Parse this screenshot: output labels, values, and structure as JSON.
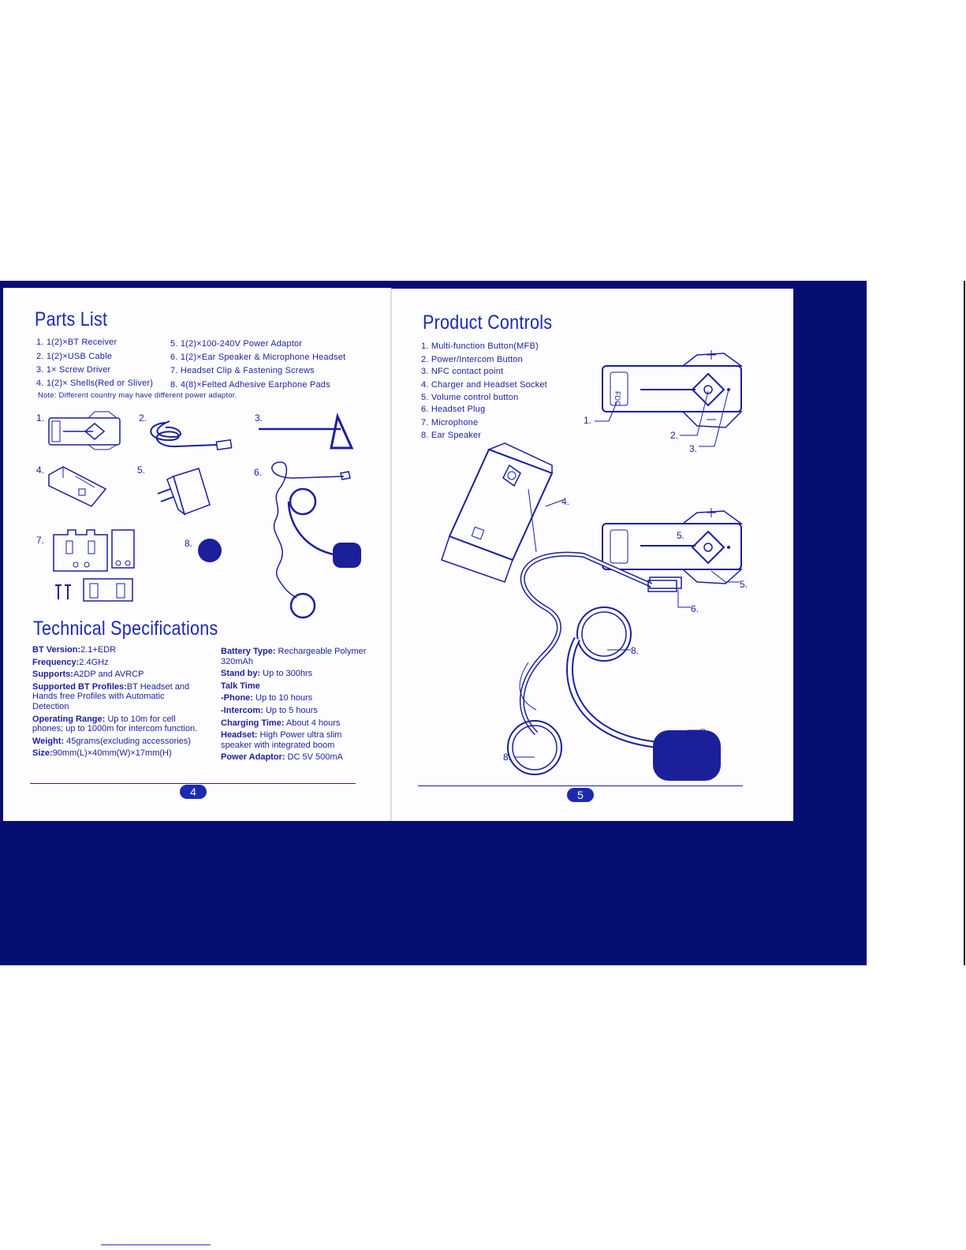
{
  "left_page": {
    "parts_title": "Parts List",
    "parts_col1": [
      "1. 1(2)×BT Receiver",
      "2. 1(2)×USB Cable",
      "3. 1× Screw Driver",
      "4. 1(2)× Shells(Red or Sliver)"
    ],
    "parts_col2": [
      "5. 1(2)×100-240V Power Adaptor",
      "6. 1(2)×Ear Speaker & Microphone Headset",
      "7. Headset Clip & Fastening Screws",
      "8. 4(8)×Felted Adhesive Earphone Pads"
    ],
    "note": "Note: Different country may have different power adaptor.",
    "illustration_numbers": [
      "1.",
      "2.",
      "3.",
      "4.",
      "5.",
      "6.",
      "7.",
      "8."
    ],
    "tech_title": "Technical Specifications",
    "specs_left": [
      {
        "label": "BT Version:",
        "value": "2.1+EDR"
      },
      {
        "label": "Frequency:",
        "value": "2.4GHz"
      },
      {
        "label": "Supports:",
        "value": "A2DP and AVRCP"
      },
      {
        "label": "Supported BT Profiles:",
        "value": "BT Headset and Hands free Profiles with Automatic Detection"
      },
      {
        "label": "Operating Range:",
        "value": " Up to 10m for cell phones; up to 1000m for intercom function."
      },
      {
        "label": "Weight:",
        "value": " 45grams(excluding accessories)"
      },
      {
        "label": "Size:",
        "value": "90mm(L)×40mm(W)×17mm(H)"
      }
    ],
    "specs_right": [
      {
        "label": "Battery Type:",
        "value": " Rechargeable Polymer 320mAh"
      },
      {
        "label": "Stand by:",
        "value": " Up to 300hrs"
      },
      {
        "label": "Talk Time",
        "value": ""
      },
      {
        "label": "-Phone:",
        "value": " Up to 10 hours"
      },
      {
        "label": "-Intercom:",
        "value": " Up to 5 hours"
      },
      {
        "label": "Charging Time:",
        "value": " About 4 hours"
      },
      {
        "label": "Headset:",
        "value": " High Power ultra slim speaker with integrated boom"
      },
      {
        "label": "Power Adaptor:",
        "value": " DC 5V 500mA"
      }
    ],
    "page_number": "4"
  },
  "right_page": {
    "controls_title": "Product Controls",
    "controls_list": [
      "1. Multi-function Button(MFB)",
      "2. Power/Intercom Button",
      "3. NFC contact point",
      "4. Charger and Headset Socket",
      "5. Volume control button",
      "6. Headset Plug",
      "7. Microphone",
      "8. Ear Speaker"
    ],
    "callouts": [
      "1.",
      "2.",
      "3.",
      "4.",
      "5.",
      "5.",
      "6.",
      "7.",
      "8.",
      "8."
    ],
    "device_logo": "FDC",
    "page_number": "5"
  },
  "colors": {
    "ink": "#1b1f9a",
    "background": "#060e72",
    "paper": "#fdfdff"
  }
}
